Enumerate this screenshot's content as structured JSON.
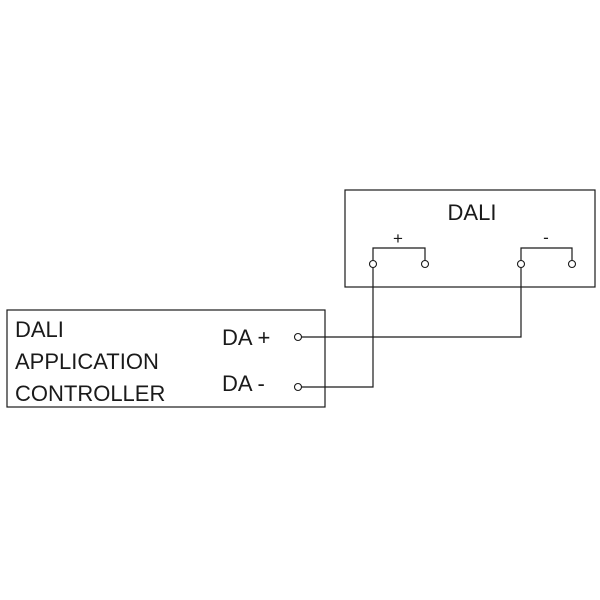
{
  "dali_device": {
    "title": "DALI",
    "plus_label": "+",
    "minus_label": "-"
  },
  "controller": {
    "line1": "DALI",
    "line2": "APPLICATION",
    "line3": "CONTROLLER",
    "da_plus_label": "DA +",
    "da_minus_label": "DA -"
  },
  "colors": {
    "line": "#1a1a1a",
    "background": "#ffffff"
  }
}
